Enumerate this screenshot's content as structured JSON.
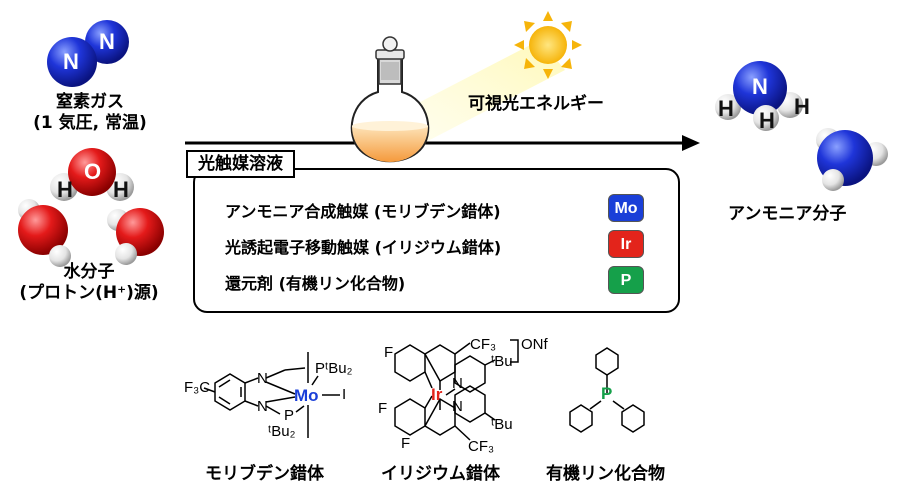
{
  "nitrogen": {
    "label1": "窒素ガス",
    "label2": "(1 気圧, 常温)",
    "atom": "N"
  },
  "water": {
    "label1": "水分子",
    "label2": "(プロトン(H⁺)源)",
    "atom_o": "O",
    "atom_h": "H"
  },
  "light": {
    "label": "可視光エネルギー"
  },
  "ammonia": {
    "label": "アンモニア分子",
    "atom_n": "N",
    "atom_h": "H"
  },
  "solution": {
    "title": "光触媒溶液",
    "items": [
      {
        "text": "アンモニア合成触媒 (モリブデン錯体)",
        "badge": "Mo",
        "color": "#1a3fd8"
      },
      {
        "text": "光誘起電子移動触媒 (イリジウム錯体)",
        "badge": "Ir",
        "color": "#e3241b"
      },
      {
        "text": "還元剤 (有機リン化合物)",
        "badge": "P",
        "color": "#15a04a"
      }
    ]
  },
  "structures": {
    "mo": {
      "caption": "モリブデン錯体",
      "metal": "Mo",
      "cf3": "F₃C",
      "ptbu_top": "PᵗBu₂",
      "ptbu_bot": "ᵗBu₂",
      "p": "P",
      "n": "N",
      "i": "I"
    },
    "ir": {
      "caption": "イリジウム錯体",
      "metal": "Ir",
      "f": "F",
      "n": "N",
      "cf3": "CF₃",
      "tbu": "ᵗBu",
      "anion": "ONf"
    },
    "p": {
      "caption": "有機リン化合物",
      "atom": "P"
    }
  },
  "colors": {
    "mo": "#1a3fd8",
    "ir": "#e3241b",
    "p": "#15a04a",
    "n_atom": "#1b2fd6",
    "o_atom": "#e31b1b",
    "h_atom": "#e6e6e6"
  }
}
